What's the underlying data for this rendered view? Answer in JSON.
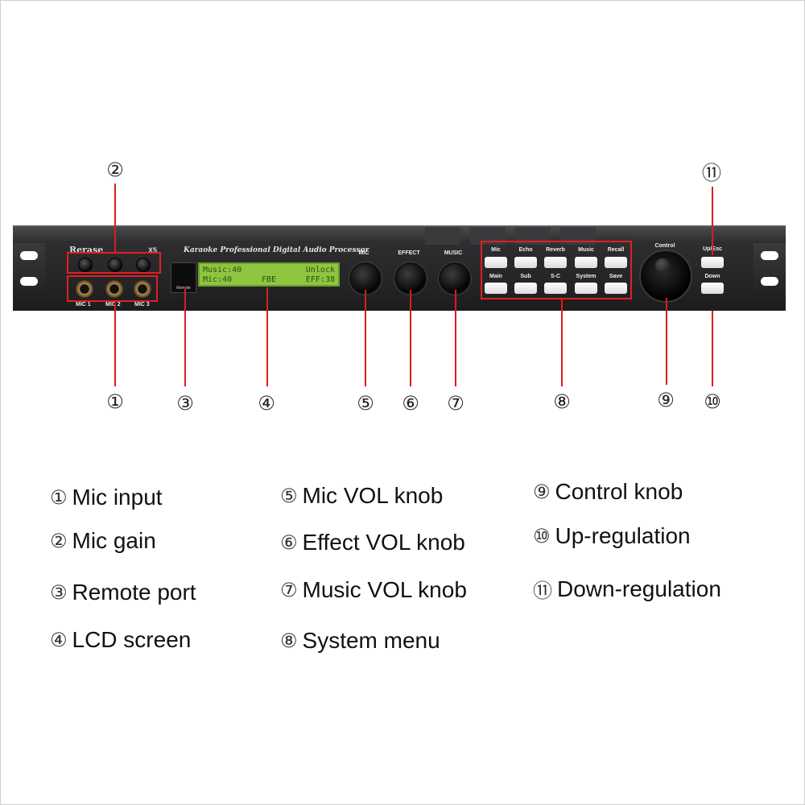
{
  "device": {
    "brand": "Rerase",
    "model": "X5",
    "subtitle": "Karaoke Professional Digital Audio Processor",
    "mic_labels": [
      "MIC 1",
      "MIC 2",
      "MIC 3"
    ],
    "remote_label": "Remote",
    "lcd": {
      "row1_left": "Music:40",
      "row1_right": "Unlock",
      "row2_left": "Mic:40",
      "row2_mid": "FBE",
      "row2_right": "EFF:38"
    },
    "knob_labels": {
      "mic": "MIC",
      "effect": "EFFECT",
      "music": "MUSIC"
    },
    "menu_buttons_top": [
      "Mic",
      "Echo",
      "Reverb",
      "Music",
      "Recall"
    ],
    "menu_buttons_bottom": [
      "Main",
      "Sub",
      "S-C",
      "System",
      "Save"
    ],
    "control_label": "Control",
    "up_label": "Up/Esc",
    "down_label": "Down"
  },
  "callouts": {
    "c1": "①",
    "c2": "②",
    "c3": "③",
    "c4": "④",
    "c5": "⑤",
    "c6": "⑥",
    "c7": "⑦",
    "c8": "⑧",
    "c9": "⑨",
    "c10": "⑩",
    "c11": "⑪"
  },
  "legend": [
    {
      "num": "①",
      "text": "Mic input"
    },
    {
      "num": "②",
      "text": "Mic gain"
    },
    {
      "num": "③",
      "text": "Remote port"
    },
    {
      "num": "④",
      "text": "LCD screen"
    },
    {
      "num": "⑤",
      "text": "Mic VOL knob"
    },
    {
      "num": "⑥",
      "text": "Effect VOL knob"
    },
    {
      "num": "⑦",
      "text": "Music VOL knob"
    },
    {
      "num": "⑧",
      "text": "System menu"
    },
    {
      "num": "⑨",
      "text": "Control knob"
    },
    {
      "num": "⑩",
      "text": "Up-regulation"
    },
    {
      "num": "⑪",
      "text": "Down-regulation"
    }
  ],
  "colors": {
    "highlight": "#e02020",
    "lcd": "#8ec63f",
    "panel": "#262628"
  }
}
